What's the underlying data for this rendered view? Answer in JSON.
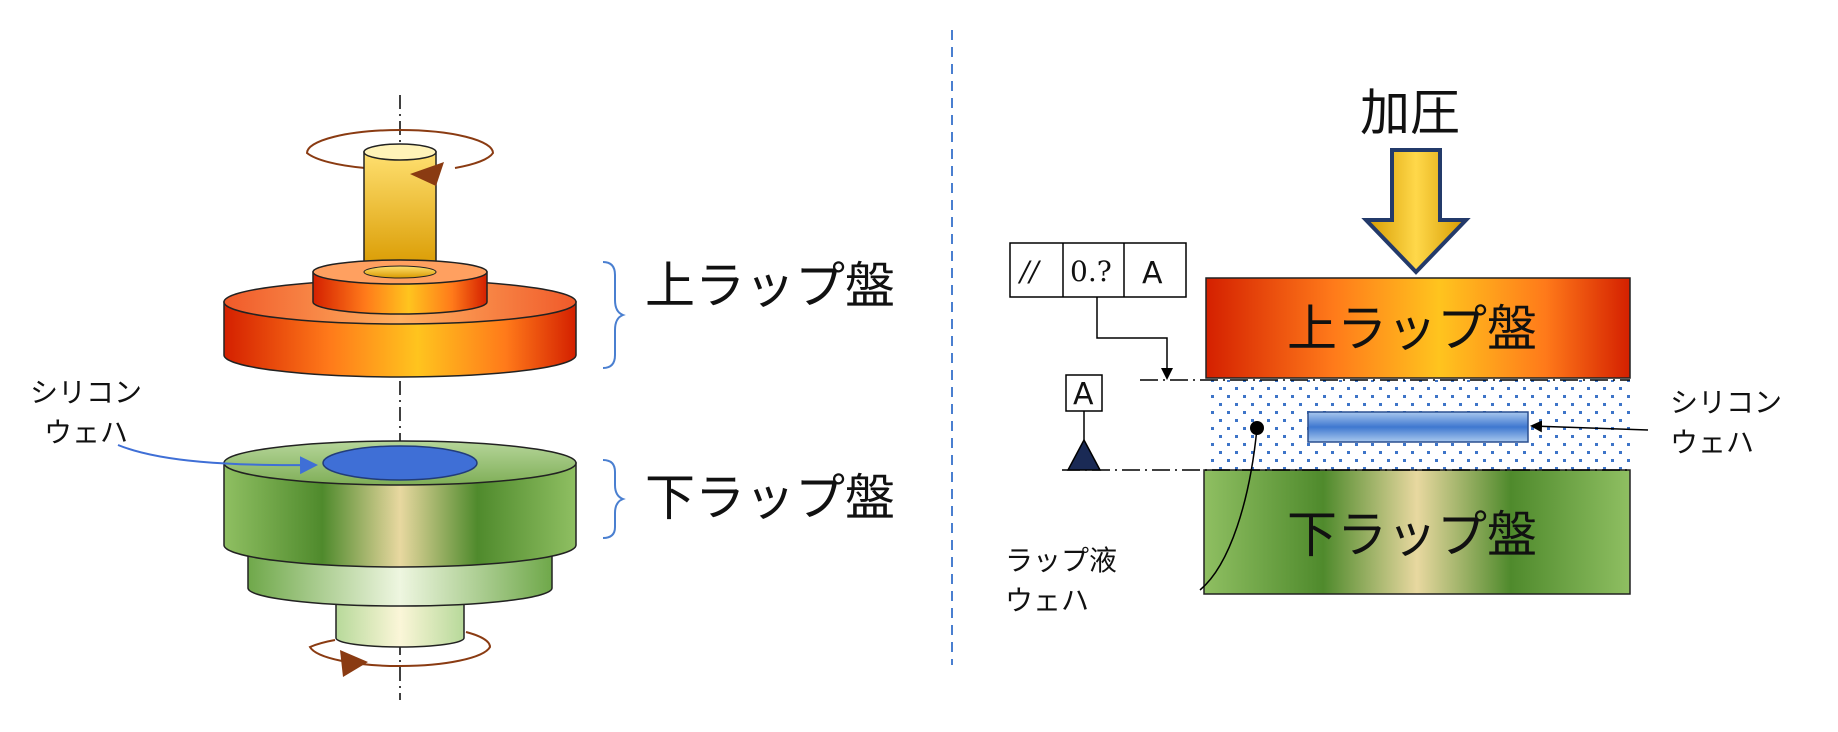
{
  "left_diagram": {
    "upper_plate_label": "上ラップ盤",
    "lower_plate_label": "下ラップ盤",
    "wafer_label_line1": "シリコン",
    "wafer_label_line2": "ウェハ"
  },
  "right_diagram": {
    "pressure_label": "加圧",
    "upper_plate_label": "上ラップ盤",
    "lower_plate_label": "下ラップ盤",
    "wafer_label_line1": "シリコン",
    "wafer_label_line2": "ウェハ",
    "slurry_label_line1": "ラップ液",
    "slurry_label_line2": "ウェハ",
    "tolerance_frame": {
      "symbol": "//",
      "value": "0.?",
      "datum": "A"
    },
    "datum_label": "A"
  },
  "colors": {
    "divider": "#4a7fd0",
    "wafer_blue": "#3f6fd6",
    "rotation_arrow": "#8a3b12",
    "slurry_dots": "#3d74c8"
  }
}
